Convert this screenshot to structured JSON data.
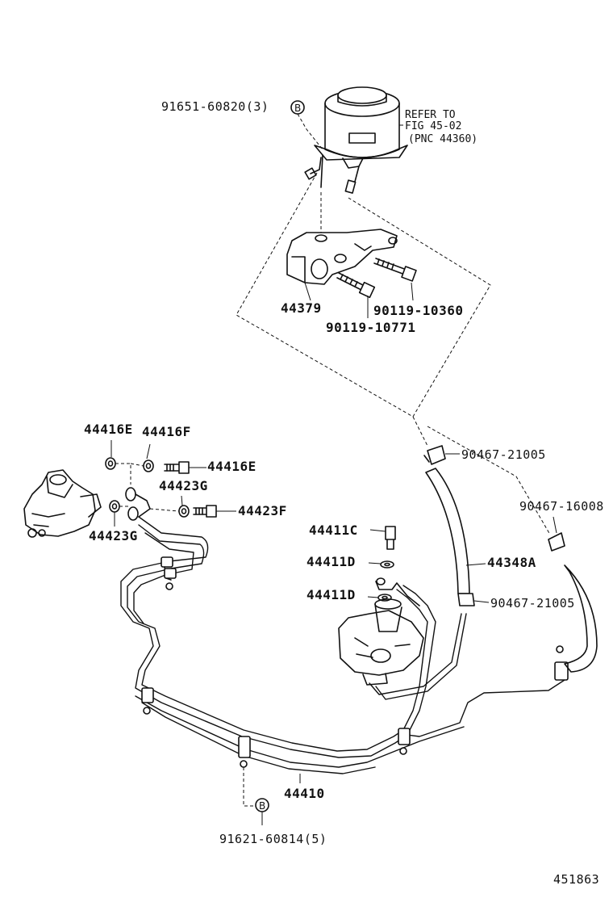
{
  "labels": {
    "bolt_top": "91651-60820(3)",
    "circle_b_top": "B",
    "refer_line1": "REFER TO",
    "refer_line2": "FIG 45-02",
    "refer_line3": "(PNC 44360)",
    "bracket": "44379",
    "bolt_10360": "90119-10360",
    "bolt_10771": "90119-10771",
    "washer_44416e_left": "44416E",
    "washer_44416f": "44416F",
    "bolt_44416e": "44416E",
    "washer_44423g_top": "44423G",
    "washer_44423g_left": "44423G",
    "bolt_44423f": "44423F",
    "clamp_upper": "90467-21005",
    "clamp_right": "90467-16008",
    "union_44411c": "44411C",
    "washer_44411d_top": "44411D",
    "washer_44411d_bottom": "44411D",
    "hose_44348a": "44348A",
    "clamp_lower": "90467-21005",
    "tube_assy": "44410",
    "circle_b_bottom": "B",
    "bolt_bottom": "91621-60814(5)",
    "figure_number": "451863"
  }
}
